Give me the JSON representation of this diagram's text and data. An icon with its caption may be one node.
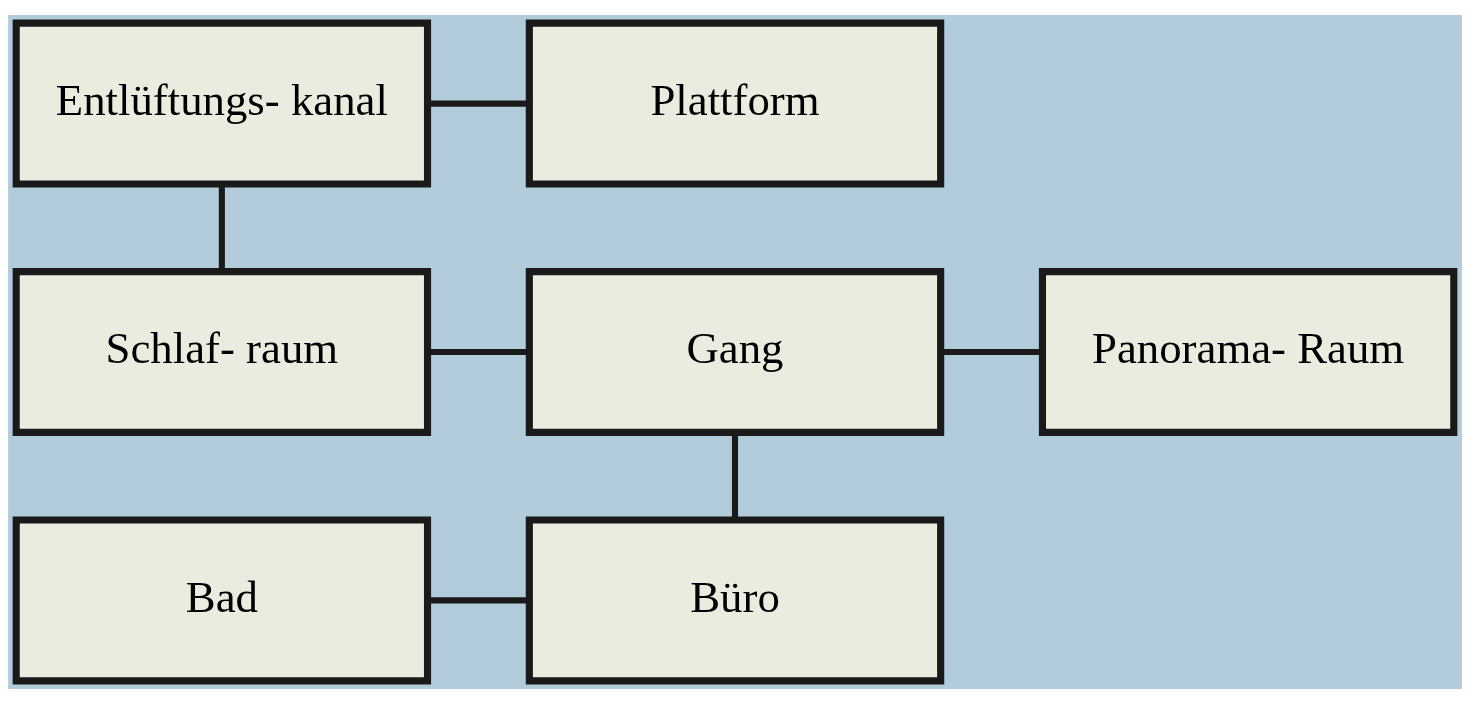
{
  "diagram": {
    "nodes": [
      {
        "text": [
          "Entlüftungs- kanal"
        ]
      },
      {
        "text": [
          "Plattform"
        ]
      },
      {
        "text": [
          "Schlaf- raum"
        ]
      },
      {
        "text": [
          "Gang"
        ]
      },
      {
        "text": [
          "Panorama- Raum"
        ]
      },
      {
        "text": [
          "Bad"
        ]
      },
      {
        "text": [
          "Büro"
        ]
      }
    ],
    "edges": [
      {
        "from": 0,
        "to": 1,
        "arrow": "none"
      },
      {
        "from": 0,
        "to": 2,
        "arrow": "none"
      },
      {
        "from": 2,
        "to": 3,
        "arrow": "none"
      },
      {
        "from": 3,
        "to": 4,
        "arrow": "none"
      },
      {
        "from": 3,
        "to": 6,
        "arrow": "none"
      },
      {
        "from": 5,
        "to": 6,
        "arrow": "none"
      }
    ]
  }
}
